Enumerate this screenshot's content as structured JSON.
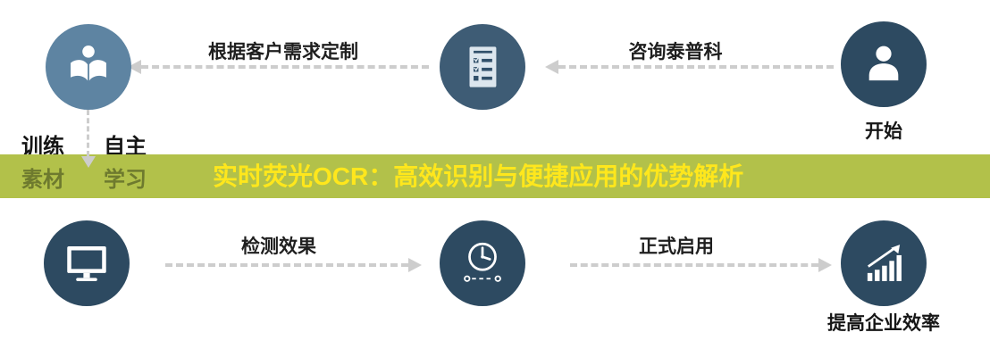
{
  "banner": {
    "title": "实时荧光OCR：高效识别与便捷应用的优势解析",
    "bg_color": "#b2c14a",
    "text_color": "#ffe71c"
  },
  "top_flow": {
    "start_label": "开始",
    "start_icon": "person-icon",
    "consult_arrow_label": "咨询泰普科",
    "middle_icon": "checklist-icon",
    "custom_arrow_label": "根据客户需求定制",
    "left_icon": "reading-person-icon"
  },
  "side_labels": {
    "training_line1": "训练",
    "training_line2": "素材",
    "self_line1": "自主",
    "self_line2": "学习"
  },
  "bottom_flow": {
    "node1_icon": "monitor-icon",
    "detect_arrow_label": "检测效果",
    "node2_icon": "clock-icon",
    "launch_arrow_label": "正式启用",
    "node3_icon": "chart-icon",
    "result_label": "提高企业效率"
  },
  "colors": {
    "node_dark": "#2d4a61",
    "node_medium": "#3e5c75",
    "node_light": "#5e84a2",
    "arrow": "#cdcdcd"
  }
}
